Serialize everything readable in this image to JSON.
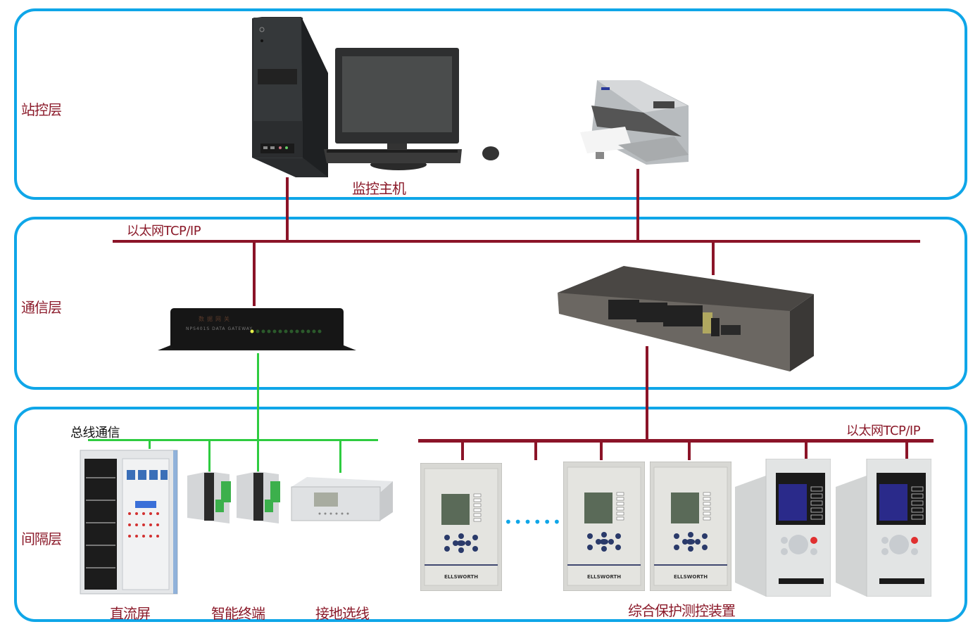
{
  "layers": [
    {
      "id": "station",
      "label": "站控层"
    },
    {
      "id": "comm",
      "label": "通信层"
    },
    {
      "id": "bay",
      "label": "间隔层"
    }
  ],
  "bus_labels": {
    "ethernet_top": "以太网TCP/IP",
    "ethernet_bottom": "以太网TCP/IP",
    "fieldbus": "总线通信"
  },
  "devices": {
    "monitor_host": {
      "label": "监控主机"
    },
    "printer": {
      "label": ""
    },
    "data_gateway": {
      "label": "",
      "screen_text": "数据网关",
      "model_text": "NPS401S DATA GATEWAY"
    },
    "ethernet_switch": {
      "label": ""
    },
    "dc_panel": {
      "label": "直流屏"
    },
    "smart_terminal": {
      "label": "智能终端"
    },
    "ground_selector": {
      "label": "接地选线"
    },
    "protection_units": {
      "label": "综合保护测控装置",
      "brand": "ELLSWORTH",
      "ellipsis": "••••••"
    }
  },
  "colors": {
    "layer_border": "#0fa6e8",
    "ethernet_line": "#8b1428",
    "fieldbus_line": "#2ecc40",
    "label_text": "#8b1a2a"
  }
}
